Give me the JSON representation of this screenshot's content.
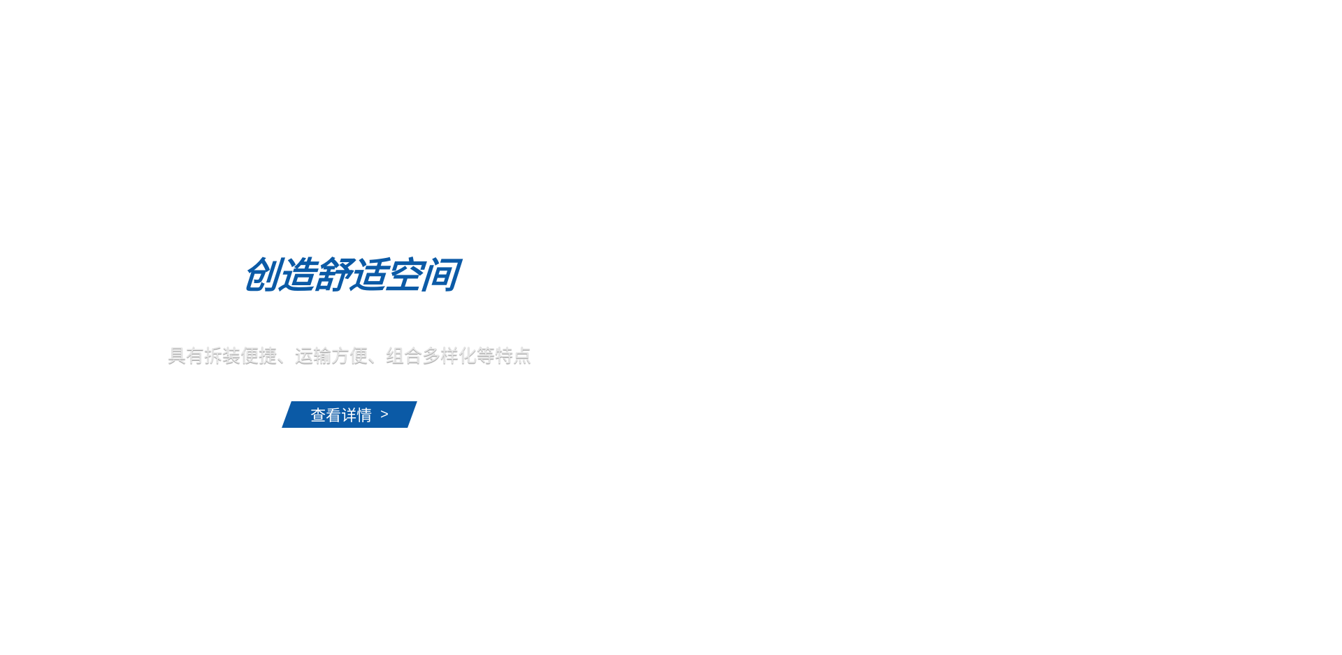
{
  "hero": {
    "title": "创造舒适空间",
    "subtitle": "具有拆装便捷、运输方便、组合多样化等特点",
    "button": {
      "label": "查看详情",
      "arrow": ">"
    },
    "colors": {
      "accent": "#0b5aa6",
      "subtitle": "#e6e6e6",
      "background": "#ffffff"
    }
  }
}
